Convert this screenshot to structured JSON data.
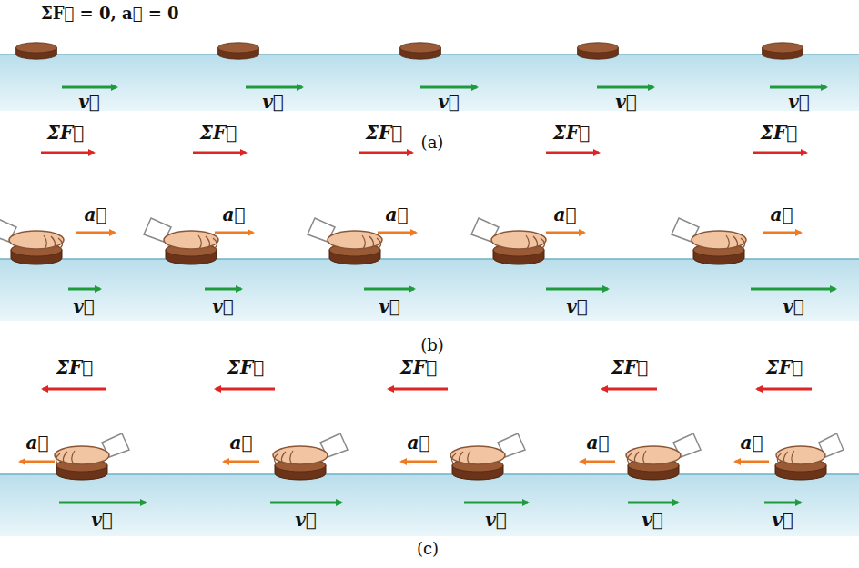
{
  "diagram": {
    "labels": [
      "ΣF⃗ = 0, a⃗ = 0",
      "v⃗",
      "v⃗",
      "v⃗",
      "v⃗",
      "v⃗",
      "(a)",
      "ΣF⃗",
      "ΣF⃗",
      "ΣF⃗",
      "ΣF⃗",
      "ΣF⃗",
      "a⃗",
      "a⃗",
      "a⃗",
      "a⃗",
      "a⃗",
      "v⃗",
      "v⃗",
      "v⃗",
      "v⃗",
      "v⃗",
      "(b)",
      "ΣF⃗",
      "ΣF⃗",
      "ΣF⃗",
      "ΣF⃗",
      "ΣF⃗",
      "a⃗",
      "a⃗",
      "a⃗",
      "a⃗",
      "a⃗",
      "v⃗",
      "v⃗",
      "v⃗",
      "v⃗",
      "v⃗",
      "(c)"
    ]
  }
}
